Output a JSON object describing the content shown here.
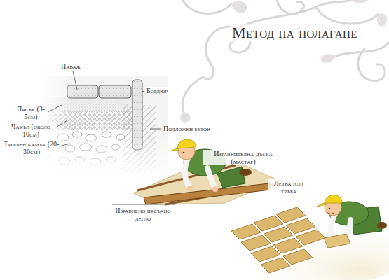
{
  "diagram": {
    "title": "Метод на полагане",
    "labels": [
      "Паваж",
      "Пясък (3-5см)",
      "Чакъл (около 10см)",
      "Трошен камък (20-30см)",
      "Бордюр",
      "Подложен бетон",
      "Изравнителна дъска (мастар)",
      "Летва или тръба",
      "Изравнено пясъчно легло"
    ]
  }
}
